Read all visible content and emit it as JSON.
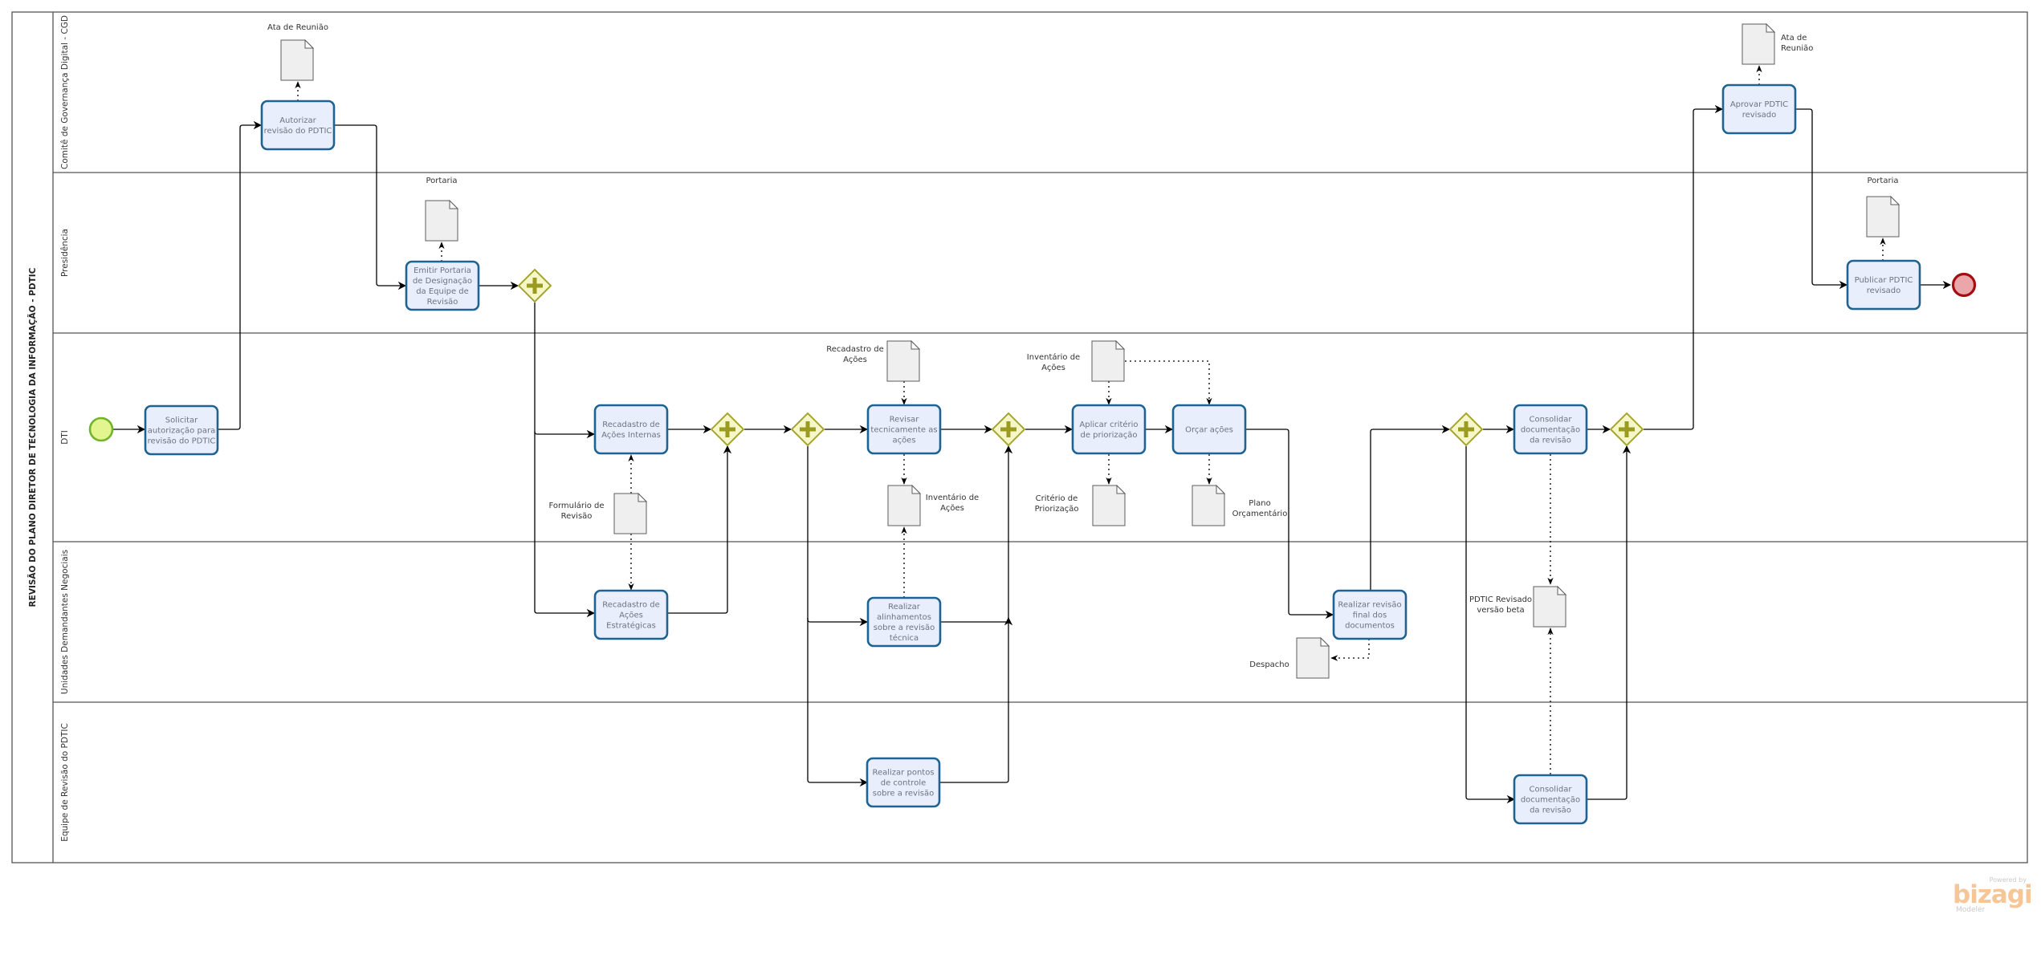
{
  "pool": {
    "title": "REVISÃO DO PLANO DIRETOR DE TECNOLOGIA DA INFORMAÇÃO - PDTIC",
    "lanes": [
      {
        "id": "cgd",
        "label": "Comitê de Governança Digital - CGD"
      },
      {
        "id": "pres",
        "label": "Presidência"
      },
      {
        "id": "dti",
        "label": "DTI"
      },
      {
        "id": "udn",
        "label": "Unidades Demandantes Negociais"
      },
      {
        "id": "equipe",
        "label": "Equipe de Revisão do PDTIC"
      }
    ]
  },
  "events": {
    "start": {
      "type": "start",
      "lane": "dti",
      "color": "#72b42b"
    },
    "end": {
      "type": "end",
      "lane": "pres",
      "color": "#a30e12"
    }
  },
  "tasks": [
    {
      "id": "t1",
      "lane": "dti",
      "lines": [
        "Solicitar",
        "autorização para",
        "revisão do PDTIC"
      ]
    },
    {
      "id": "t2",
      "lane": "cgd",
      "lines": [
        "Autorizar",
        "revisão do PDTIC"
      ]
    },
    {
      "id": "t3",
      "lane": "pres",
      "lines": [
        "Emitir Portaria",
        "de Designação",
        "da Equipe de",
        "Revisão"
      ]
    },
    {
      "id": "t4",
      "lane": "dti",
      "lines": [
        "Recadastro de",
        "Ações Internas"
      ]
    },
    {
      "id": "t5",
      "lane": "udn",
      "lines": [
        "Recadastro de",
        "Ações",
        "Estratégicas"
      ]
    },
    {
      "id": "t6",
      "lane": "dti",
      "lines": [
        "Revisar",
        "tecnicamente as",
        "ações"
      ]
    },
    {
      "id": "t7",
      "lane": "udn",
      "lines": [
        "Realizar",
        "alinhamentos",
        "sobre a revisão",
        "técnica"
      ]
    },
    {
      "id": "t8",
      "lane": "equipe",
      "lines": [
        "Realizar pontos",
        "de controle",
        "sobre a revisão"
      ]
    },
    {
      "id": "t9",
      "lane": "dti",
      "lines": [
        "Aplicar critério",
        "de priorização"
      ]
    },
    {
      "id": "t10",
      "lane": "dti",
      "lines": [
        "Orçar ações"
      ]
    },
    {
      "id": "t11",
      "lane": "udn",
      "lines": [
        "Realizar revisão",
        "final dos",
        "documentos"
      ]
    },
    {
      "id": "t12",
      "lane": "dti",
      "lines": [
        "Consolidar",
        "documentação",
        "da revisão"
      ]
    },
    {
      "id": "t13",
      "lane": "equipe",
      "lines": [
        "Consolidar",
        "documentação",
        "da revisão"
      ]
    },
    {
      "id": "t14",
      "lane": "cgd",
      "lines": [
        "Aprovar PDTIC",
        "revisado"
      ]
    },
    {
      "id": "t15",
      "lane": "pres",
      "lines": [
        "Publicar PDTIC",
        "revisado"
      ]
    }
  ],
  "gateways": [
    {
      "id": "g1",
      "type": "parallel",
      "lane": "pres"
    },
    {
      "id": "g2",
      "type": "parallel",
      "lane": "dti"
    },
    {
      "id": "g3",
      "type": "parallel",
      "lane": "dti"
    },
    {
      "id": "g4",
      "type": "parallel",
      "lane": "dti"
    },
    {
      "id": "g5",
      "type": "parallel",
      "lane": "dti"
    },
    {
      "id": "g6",
      "type": "parallel",
      "lane": "dti"
    }
  ],
  "documents": [
    {
      "id": "d1",
      "lines": [
        "Ata de Reunião"
      ],
      "linked_task": "t2"
    },
    {
      "id": "d2",
      "lines": [
        "Portaria"
      ],
      "linked_task": "t3"
    },
    {
      "id": "d3",
      "lines": [
        "Formulário de",
        "Revisão"
      ],
      "linked_task": "t4,t5"
    },
    {
      "id": "d4",
      "lines": [
        "Recadastro de",
        "Ações"
      ],
      "linked_task": "t6"
    },
    {
      "id": "d5",
      "lines": [
        "Inventário de",
        "Ações"
      ],
      "linked_task": "t6,t7"
    },
    {
      "id": "d6",
      "lines": [
        "Inventário de",
        "Ações"
      ],
      "linked_task": "t9,t10"
    },
    {
      "id": "d7",
      "lines": [
        "Critério de",
        "Priorização"
      ],
      "linked_task": "t9"
    },
    {
      "id": "d8",
      "lines": [
        "Plano",
        "Orçamentário"
      ],
      "linked_task": "t10"
    },
    {
      "id": "d9",
      "lines": [
        "Despacho"
      ],
      "linked_task": "t11"
    },
    {
      "id": "d10",
      "lines": [
        "PDTIC Revisado",
        "versão beta"
      ],
      "linked_task": "t12,t13"
    },
    {
      "id": "d11",
      "lines": [
        "Ata de",
        "Reunião"
      ],
      "linked_task": "t14"
    },
    {
      "id": "d12",
      "lines": [
        "Portaria"
      ],
      "linked_task": "t15"
    }
  ],
  "flows": [
    [
      "start",
      "t1"
    ],
    [
      "t1",
      "t2"
    ],
    [
      "t2",
      "t3"
    ],
    [
      "t3",
      "g1"
    ],
    [
      "g1",
      "t4"
    ],
    [
      "g1",
      "t5"
    ],
    [
      "t4",
      "g2"
    ],
    [
      "t5",
      "g2"
    ],
    [
      "g2",
      "g3"
    ],
    [
      "g3",
      "t6"
    ],
    [
      "g3",
      "t7"
    ],
    [
      "g3",
      "t8"
    ],
    [
      "t6",
      "g4"
    ],
    [
      "t7",
      "g4"
    ],
    [
      "t8",
      "g4"
    ],
    [
      "g4",
      "t9"
    ],
    [
      "t9",
      "t10"
    ],
    [
      "t10",
      "t11"
    ],
    [
      "t11",
      "g5"
    ],
    [
      "g5",
      "t12"
    ],
    [
      "g5",
      "t13"
    ],
    [
      "t12",
      "g6"
    ],
    [
      "t13",
      "g6"
    ],
    [
      "g6",
      "t14"
    ],
    [
      "t14",
      "t15"
    ],
    [
      "t15",
      "end"
    ]
  ],
  "branding": {
    "powered_by": "Powered by",
    "logo": "bizagi",
    "product": "Modeler",
    "logo_color": "#f6c697"
  },
  "colors": {
    "task_fill": "#e9eefd",
    "task_stroke": "#1f6392",
    "gateway_fill": "#f6f7c8",
    "gateway_stroke": "#a5a531",
    "start_fill": "#e3f58f",
    "end_fill": "#eaa6a8"
  }
}
